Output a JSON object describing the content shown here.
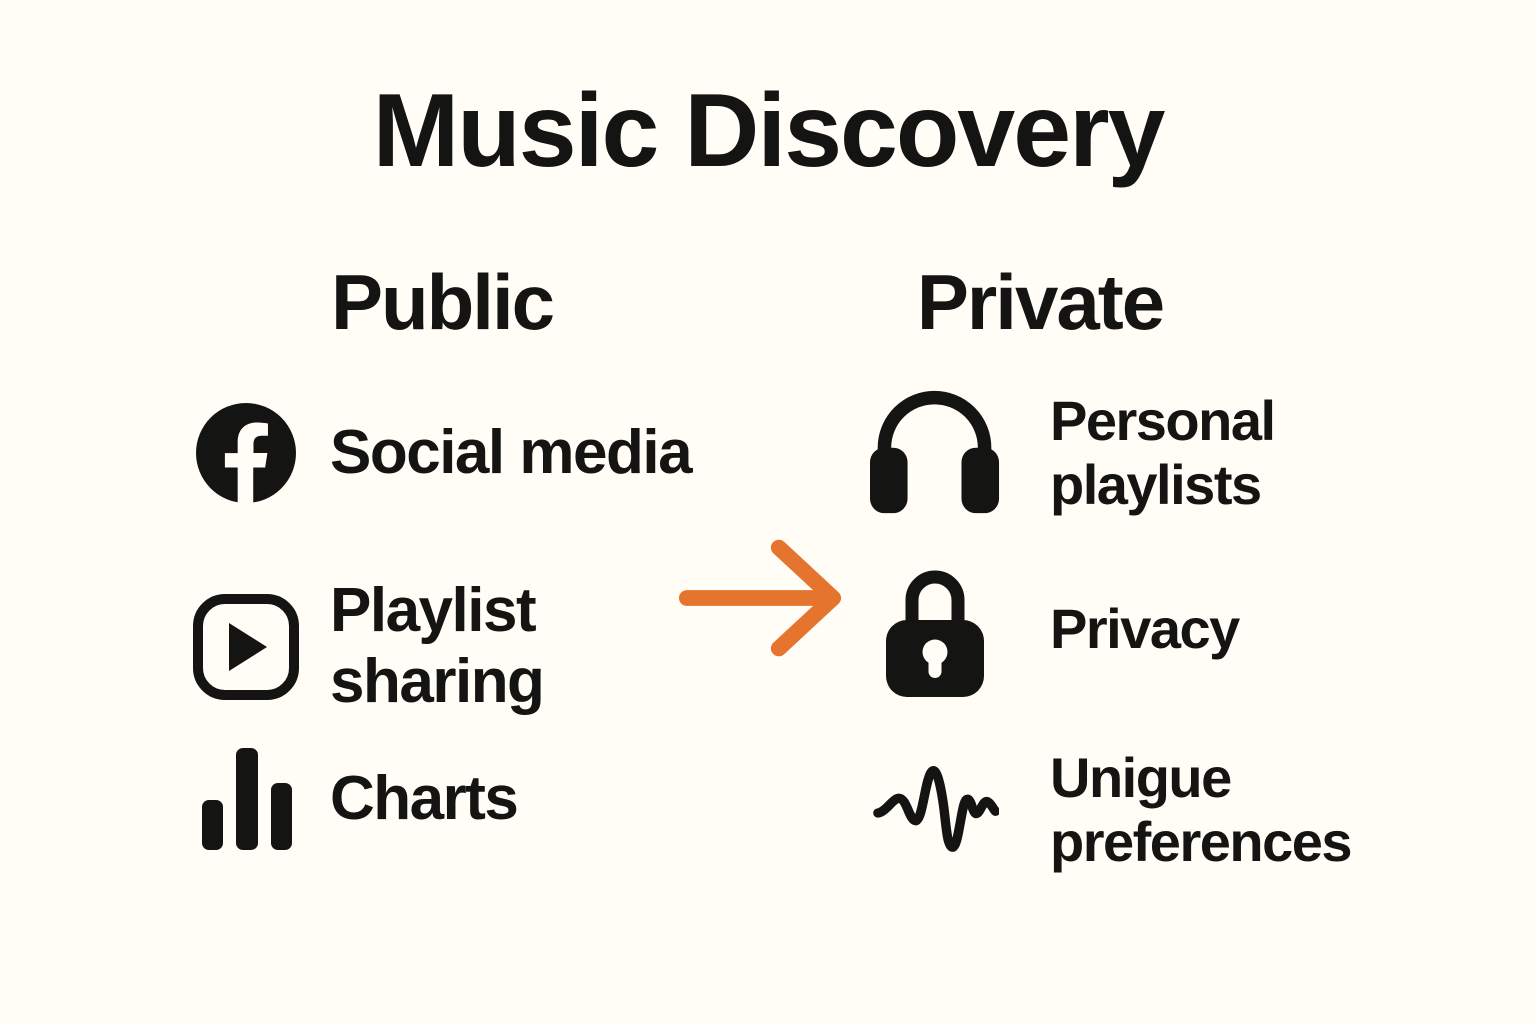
{
  "title": "Music Discovery",
  "theme": {
    "background": "#FFFDF6",
    "text_color": "#141413",
    "accent": "#E5752E"
  },
  "columns": {
    "public": {
      "heading": "Public",
      "items": [
        {
          "icon": "facebook-icon",
          "label": "Social media"
        },
        {
          "icon": "play-button-icon",
          "label": "Playlist sharing"
        },
        {
          "icon": "bar-chart-icon",
          "label": "Charts"
        }
      ]
    },
    "private": {
      "heading": "Private",
      "items": [
        {
          "icon": "headphones-icon",
          "label": "Personal playlists"
        },
        {
          "icon": "lock-icon",
          "label": "Privacy"
        },
        {
          "icon": "waveform-icon",
          "label": "Unigue preferences"
        }
      ]
    }
  },
  "arrow": {
    "icon": "right-arrow-icon",
    "direction": "right",
    "color": "#E5752E"
  }
}
